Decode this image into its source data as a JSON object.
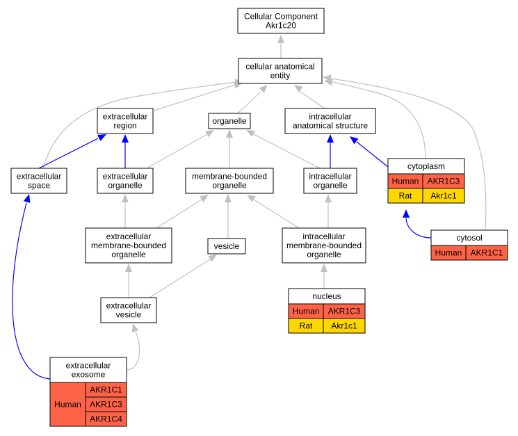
{
  "colors": {
    "edge_gray": "#c0c0c0",
    "edge_blue": "#0000ff",
    "human": "#ff6347",
    "rat": "#ffd700"
  },
  "nodes": {
    "root": [
      "Cellular Component",
      "Akr1c20"
    ],
    "cae": [
      "cellular anatomical",
      "entity"
    ],
    "er": [
      "extracellular",
      "region"
    ],
    "org": [
      "organelle"
    ],
    "ias": [
      "intracellular",
      "anatomical structure"
    ],
    "es": [
      "extracellular",
      "space"
    ],
    "eo": [
      "extracellular",
      "organelle"
    ],
    "mbo": [
      "membrane-bounded",
      "organelle"
    ],
    "io": [
      "intracellular",
      "organelle"
    ],
    "cyto": [
      "cytoplasm"
    ],
    "embo": [
      "extracellular",
      "membrane-bounded",
      "organelle"
    ],
    "ves": [
      "vesicle"
    ],
    "imbo": [
      "intracellular",
      "membrane-bounded",
      "organelle"
    ],
    "cytosol": [
      "cytosol"
    ],
    "ev": [
      "extracellular",
      "vesicle"
    ],
    "nuc": [
      "nucleus"
    ],
    "exo": [
      "extracellular",
      "exosome"
    ]
  },
  "tables": {
    "cyto": [
      {
        "species": "Human",
        "genes": [
          "AKR1C3"
        ]
      },
      {
        "species": "Rat",
        "genes": [
          "Akr1c1"
        ]
      }
    ],
    "cytosol": [
      {
        "species": "Human",
        "genes": [
          "AKR1C1"
        ]
      }
    ],
    "nuc": [
      {
        "species": "Human",
        "genes": [
          "AKR1C3"
        ]
      },
      {
        "species": "Rat",
        "genes": [
          "Akr1c1"
        ]
      }
    ],
    "exo": [
      {
        "species": "Human",
        "genes": [
          "AKR1C1",
          "AKR1C3",
          "AKR1C4"
        ]
      }
    ]
  }
}
